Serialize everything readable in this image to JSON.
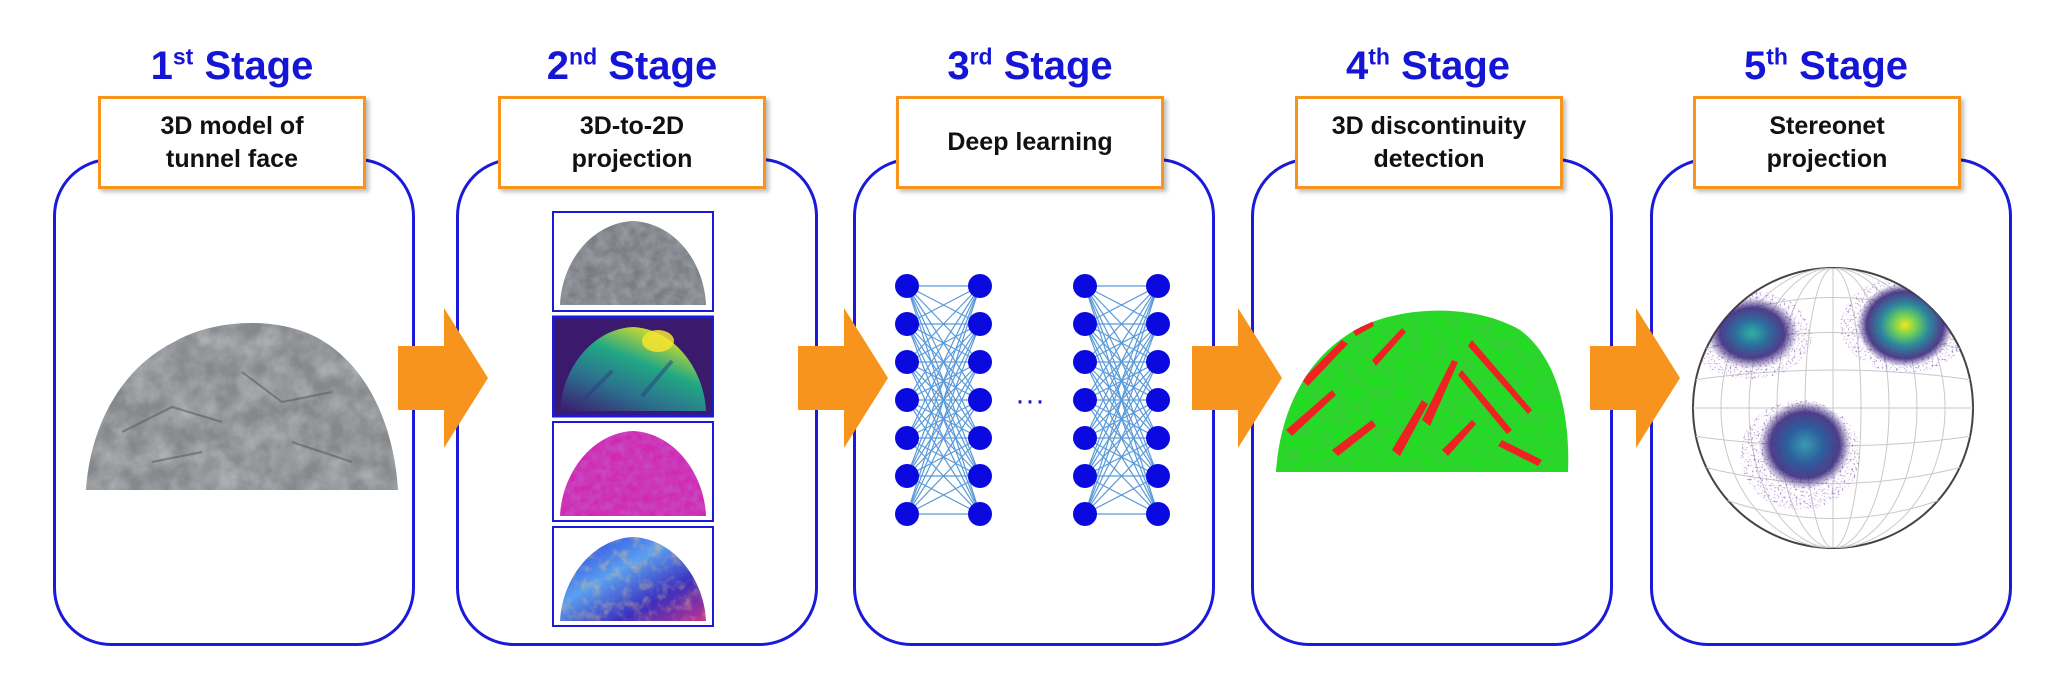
{
  "stages": [
    {
      "num": "1",
      "suffix": "st",
      "word": "Stage",
      "label": "3D model of\ntunnel face"
    },
    {
      "num": "2",
      "suffix": "nd",
      "word": "Stage",
      "label": "3D-to-2D\nprojection"
    },
    {
      "num": "3",
      "suffix": "rd",
      "word": "Stage",
      "label": "Deep learning"
    },
    {
      "num": "4",
      "suffix": "th",
      "word": "Stage",
      "label": "3D discontinuity\ndetection"
    },
    {
      "num": "5",
      "suffix": "th",
      "word": "Stage",
      "label": "Stereonet\nprojection"
    }
  ],
  "network": {
    "ellipsis": "···",
    "nodes_per_column": 7
  },
  "colors": {
    "title_blue": "#1515d6",
    "panel_border": "#1a1ad8",
    "label_border": "#f7941d",
    "arrow_fill": "#f7941d",
    "node_blue": "#0a0ae0",
    "edge_blue": "#5a9ad8",
    "rock_grey": "#7a7d80",
    "discontinuity_green": "#22dd22",
    "discontinuity_red": "#ee2222"
  },
  "icons": [
    "stage-arrow-icon",
    "rock-face-image",
    "projection-map-image",
    "neural-network-icon",
    "discontinuity-map-image",
    "stereonet-plot-image"
  ]
}
